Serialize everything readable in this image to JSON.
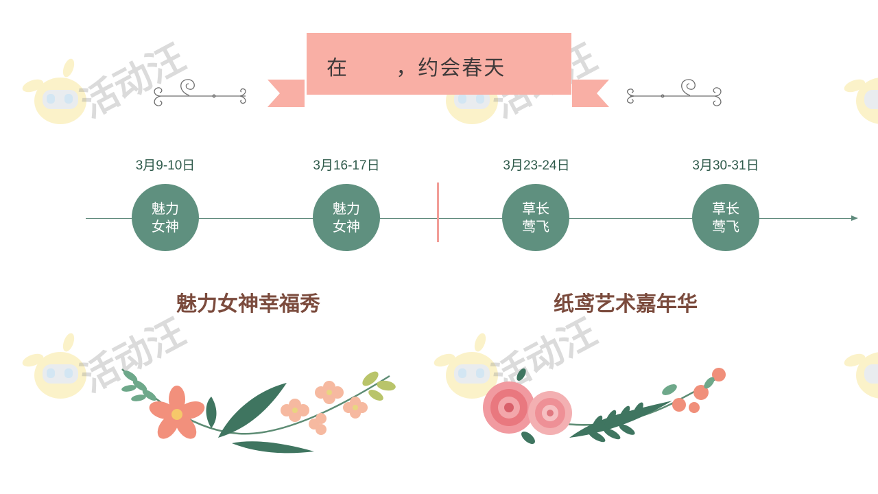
{
  "banner": {
    "title": "在      ，约会春天"
  },
  "watermark": {
    "text": "活动汪"
  },
  "timeline": {
    "dates": [
      "3月9-10日",
      "3月16-17日",
      "3月23-24日",
      "3月30-31日"
    ],
    "nodes": [
      {
        "line1": "魅力",
        "line2": "女神"
      },
      {
        "line1": "魅力",
        "line2": "女神"
      },
      {
        "line1": "草长",
        "line2": "莺飞"
      },
      {
        "line1": "草长",
        "line2": "莺飞"
      }
    ]
  },
  "events": {
    "left_title": "魅力女神幸福秀",
    "right_title": "纸鸢艺术嘉年华"
  },
  "colors": {
    "banner": "#f9afa5",
    "node": "#5f907f",
    "axis": "#5f8a7c",
    "divider": "#f29e98",
    "event_title": "#7b4b3d"
  }
}
